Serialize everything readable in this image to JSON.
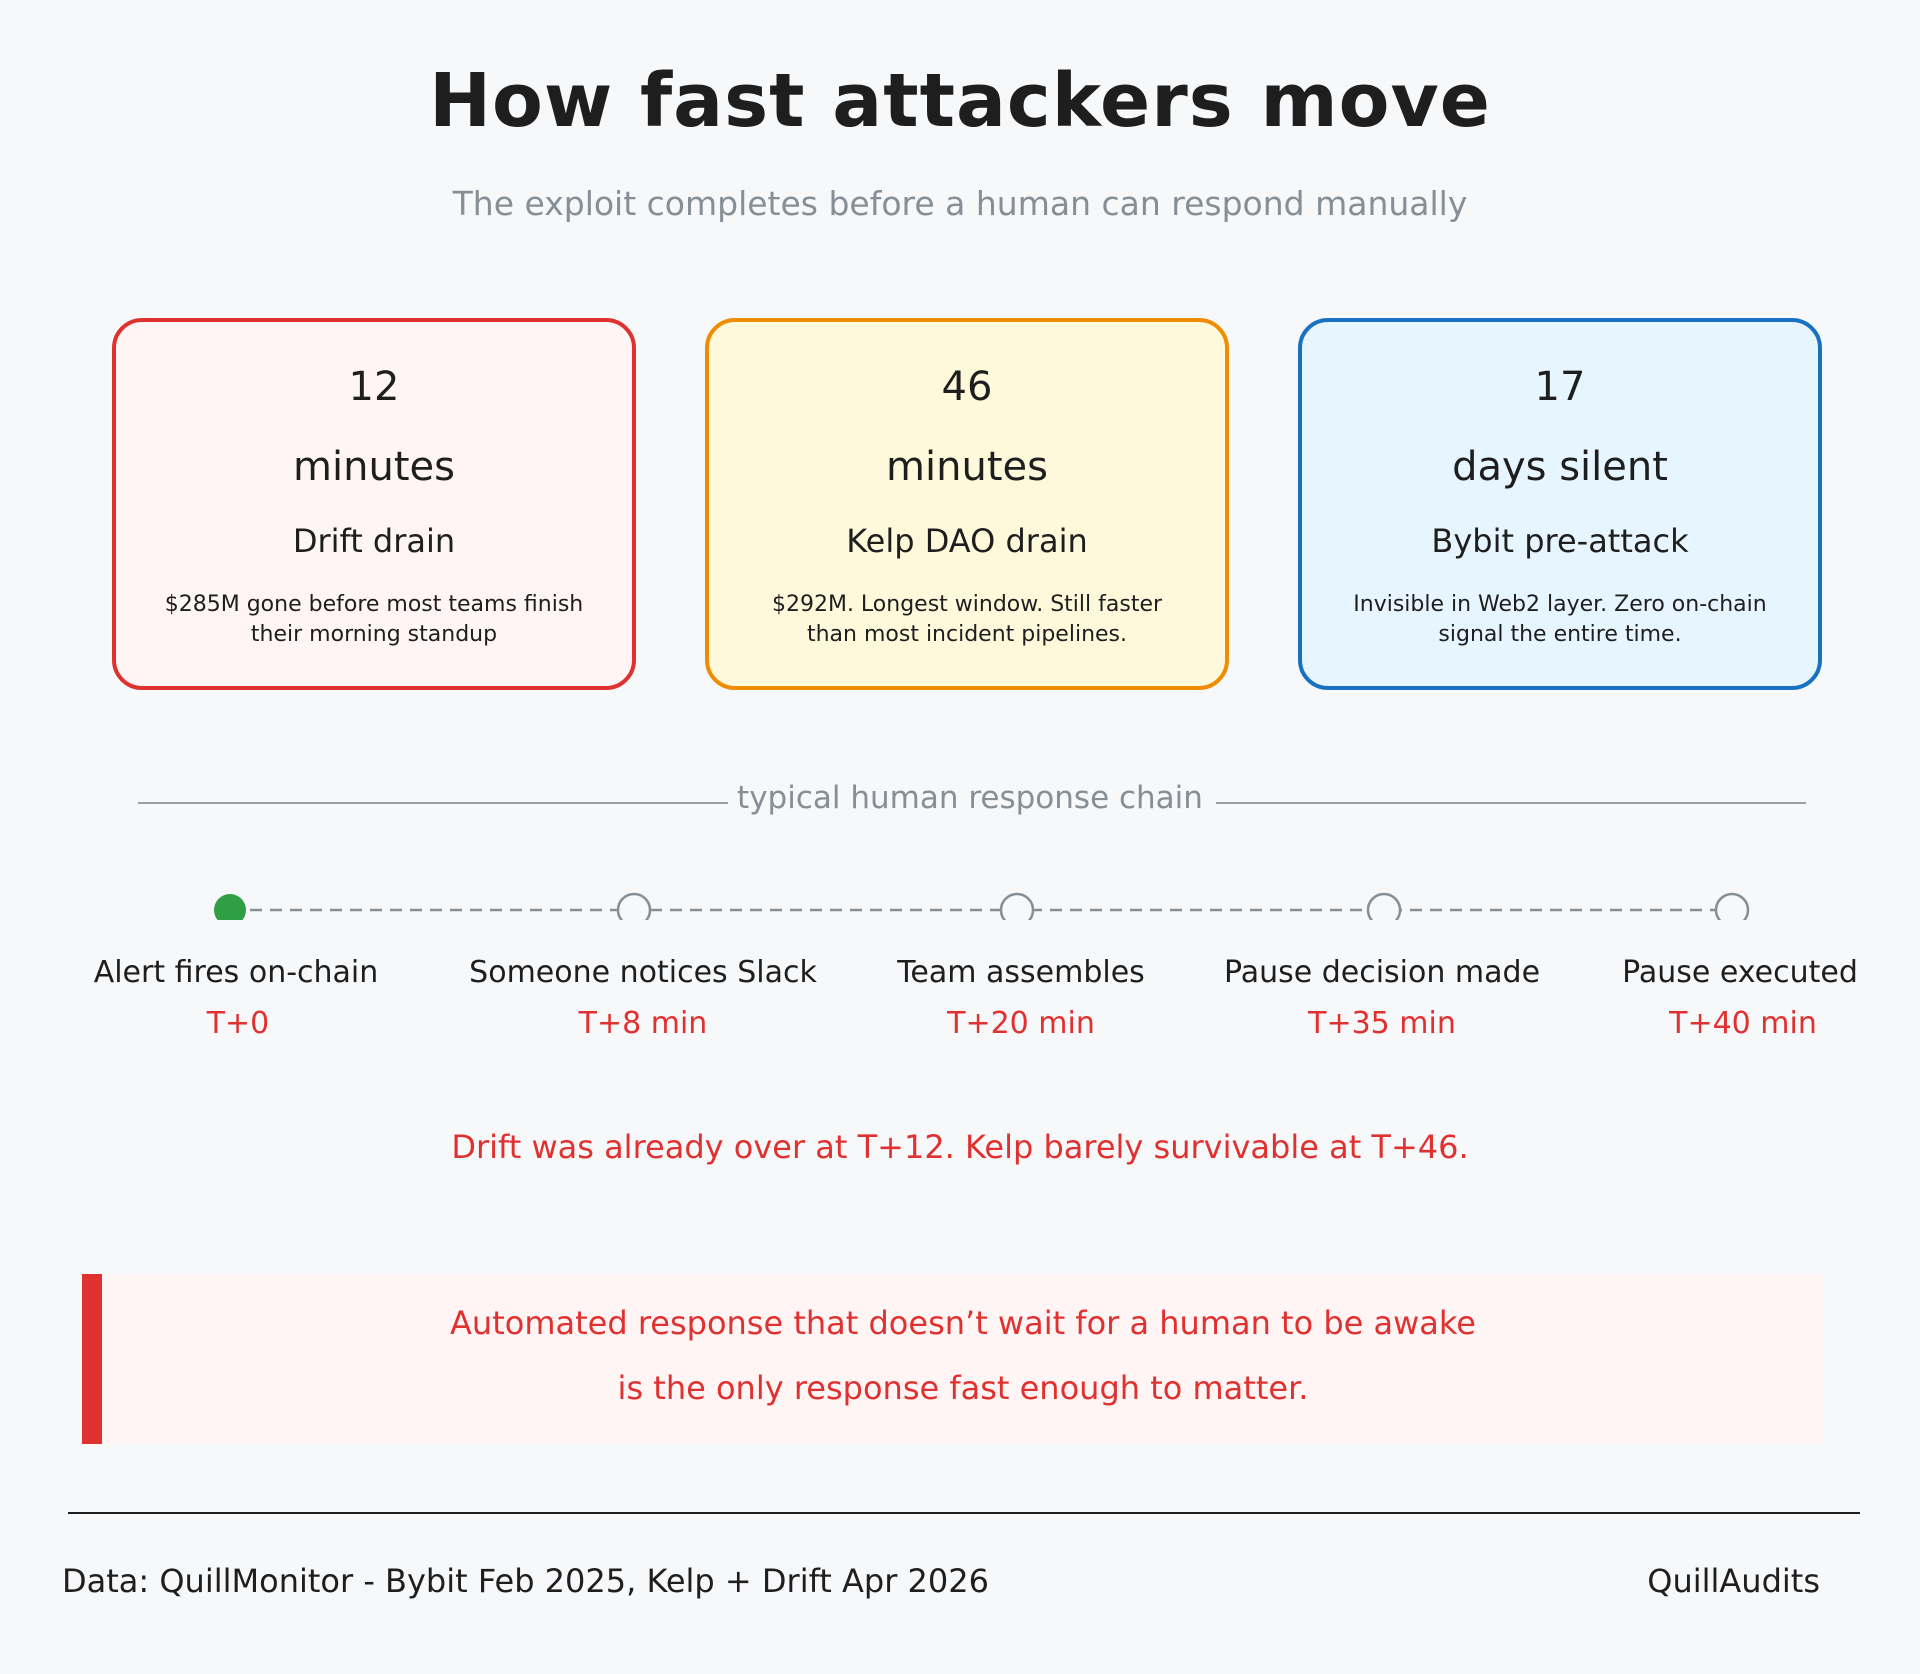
{
  "header": {
    "title": "How fast attackers move",
    "subtitle": "The exploit completes before a human can respond manually"
  },
  "cards": [
    {
      "number": "12",
      "unit": "minutes",
      "name": "Drift drain",
      "desc": "$285M gone before most teams finish their morning standup",
      "color": "#e03131"
    },
    {
      "number": "46",
      "unit": "minutes",
      "name": "Kelp DAO drain",
      "desc": "$292M. Longest window. Still faster than most incident pipelines.",
      "color": "#f08c00"
    },
    {
      "number": "17",
      "unit": "days silent",
      "name": "Bybit pre-attack",
      "desc": "Invisible in Web2 layer. Zero on-chain signal the entire time.",
      "color": "#1971c2"
    }
  ],
  "timeline": {
    "heading": "typical human response chain",
    "steps": [
      {
        "label": "Alert fires on-chain",
        "time": "T+0",
        "active": true
      },
      {
        "label": "Someone notices Slack",
        "time": "T+8 min",
        "active": false
      },
      {
        "label": "Team assembles",
        "time": "T+20 min",
        "active": false
      },
      {
        "label": "Pause decision made",
        "time": "T+35 min",
        "active": false
      },
      {
        "label": "Pause executed",
        "time": "T+40 min",
        "active": false
      }
    ],
    "active_color": "#2f9e44",
    "inactive_color": "#868e96"
  },
  "note": "Drift was already over at T+12. Kelp barely survivable at T+46.",
  "callout": {
    "line1": "Automated response that doesn’t wait for a human to be awake",
    "line2": "is the only response fast enough to matter."
  },
  "footer": {
    "source": "Data: QuillMonitor - Bybit Feb 2025, Kelp + Drift Apr 2026",
    "brand": "QuillAudits"
  }
}
